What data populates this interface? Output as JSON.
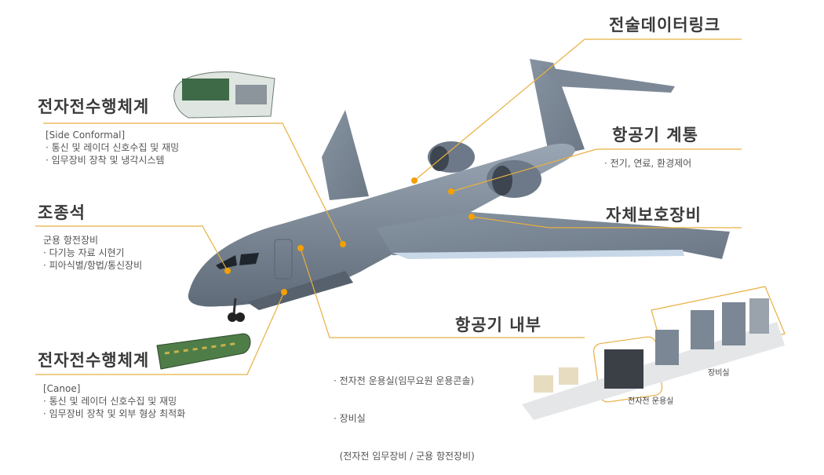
{
  "colors": {
    "accent": "#f0a020",
    "leader": "#e8b040",
    "fuselage": "#7f8d9c",
    "text": "#3a3a3a"
  },
  "labels": {
    "datalink": {
      "title": "전술데이터링크"
    },
    "ew_side": {
      "title": "전자전수행체계",
      "lines": [
        "[Side Conformal]",
        "· 통신 및 레이더 신호수집 및 재밍",
        "· 임무장비 장착 및 냉각시스템"
      ]
    },
    "systems": {
      "title": "항공기 계통",
      "lines": [
        "· 전기, 연료, 환경제어"
      ]
    },
    "cockpit": {
      "title": "조종석",
      "lines": [
        "군용 항전장비",
        "· 다기능 자료 시현기",
        "· 피아식별/항법/통신장비"
      ]
    },
    "selfprotect": {
      "title": "자체보호장비"
    },
    "interior": {
      "title": "항공기 내부",
      "lines": [
        "· 전자전 운용실(임무요원 운용콘솔)",
        "· 장비실",
        "  (전자전 임무장비 / 군용 항전장비)"
      ],
      "room_ops": "전자전 운용실",
      "room_equip": "장비실"
    },
    "ew_canoe": {
      "title": "전자전수행체계",
      "lines": [
        "[Canoe]",
        "· 통신 및 레이더 신호수집 및 재밍",
        "· 임무장비 장착 및 외부 형상 최적화"
      ]
    }
  }
}
